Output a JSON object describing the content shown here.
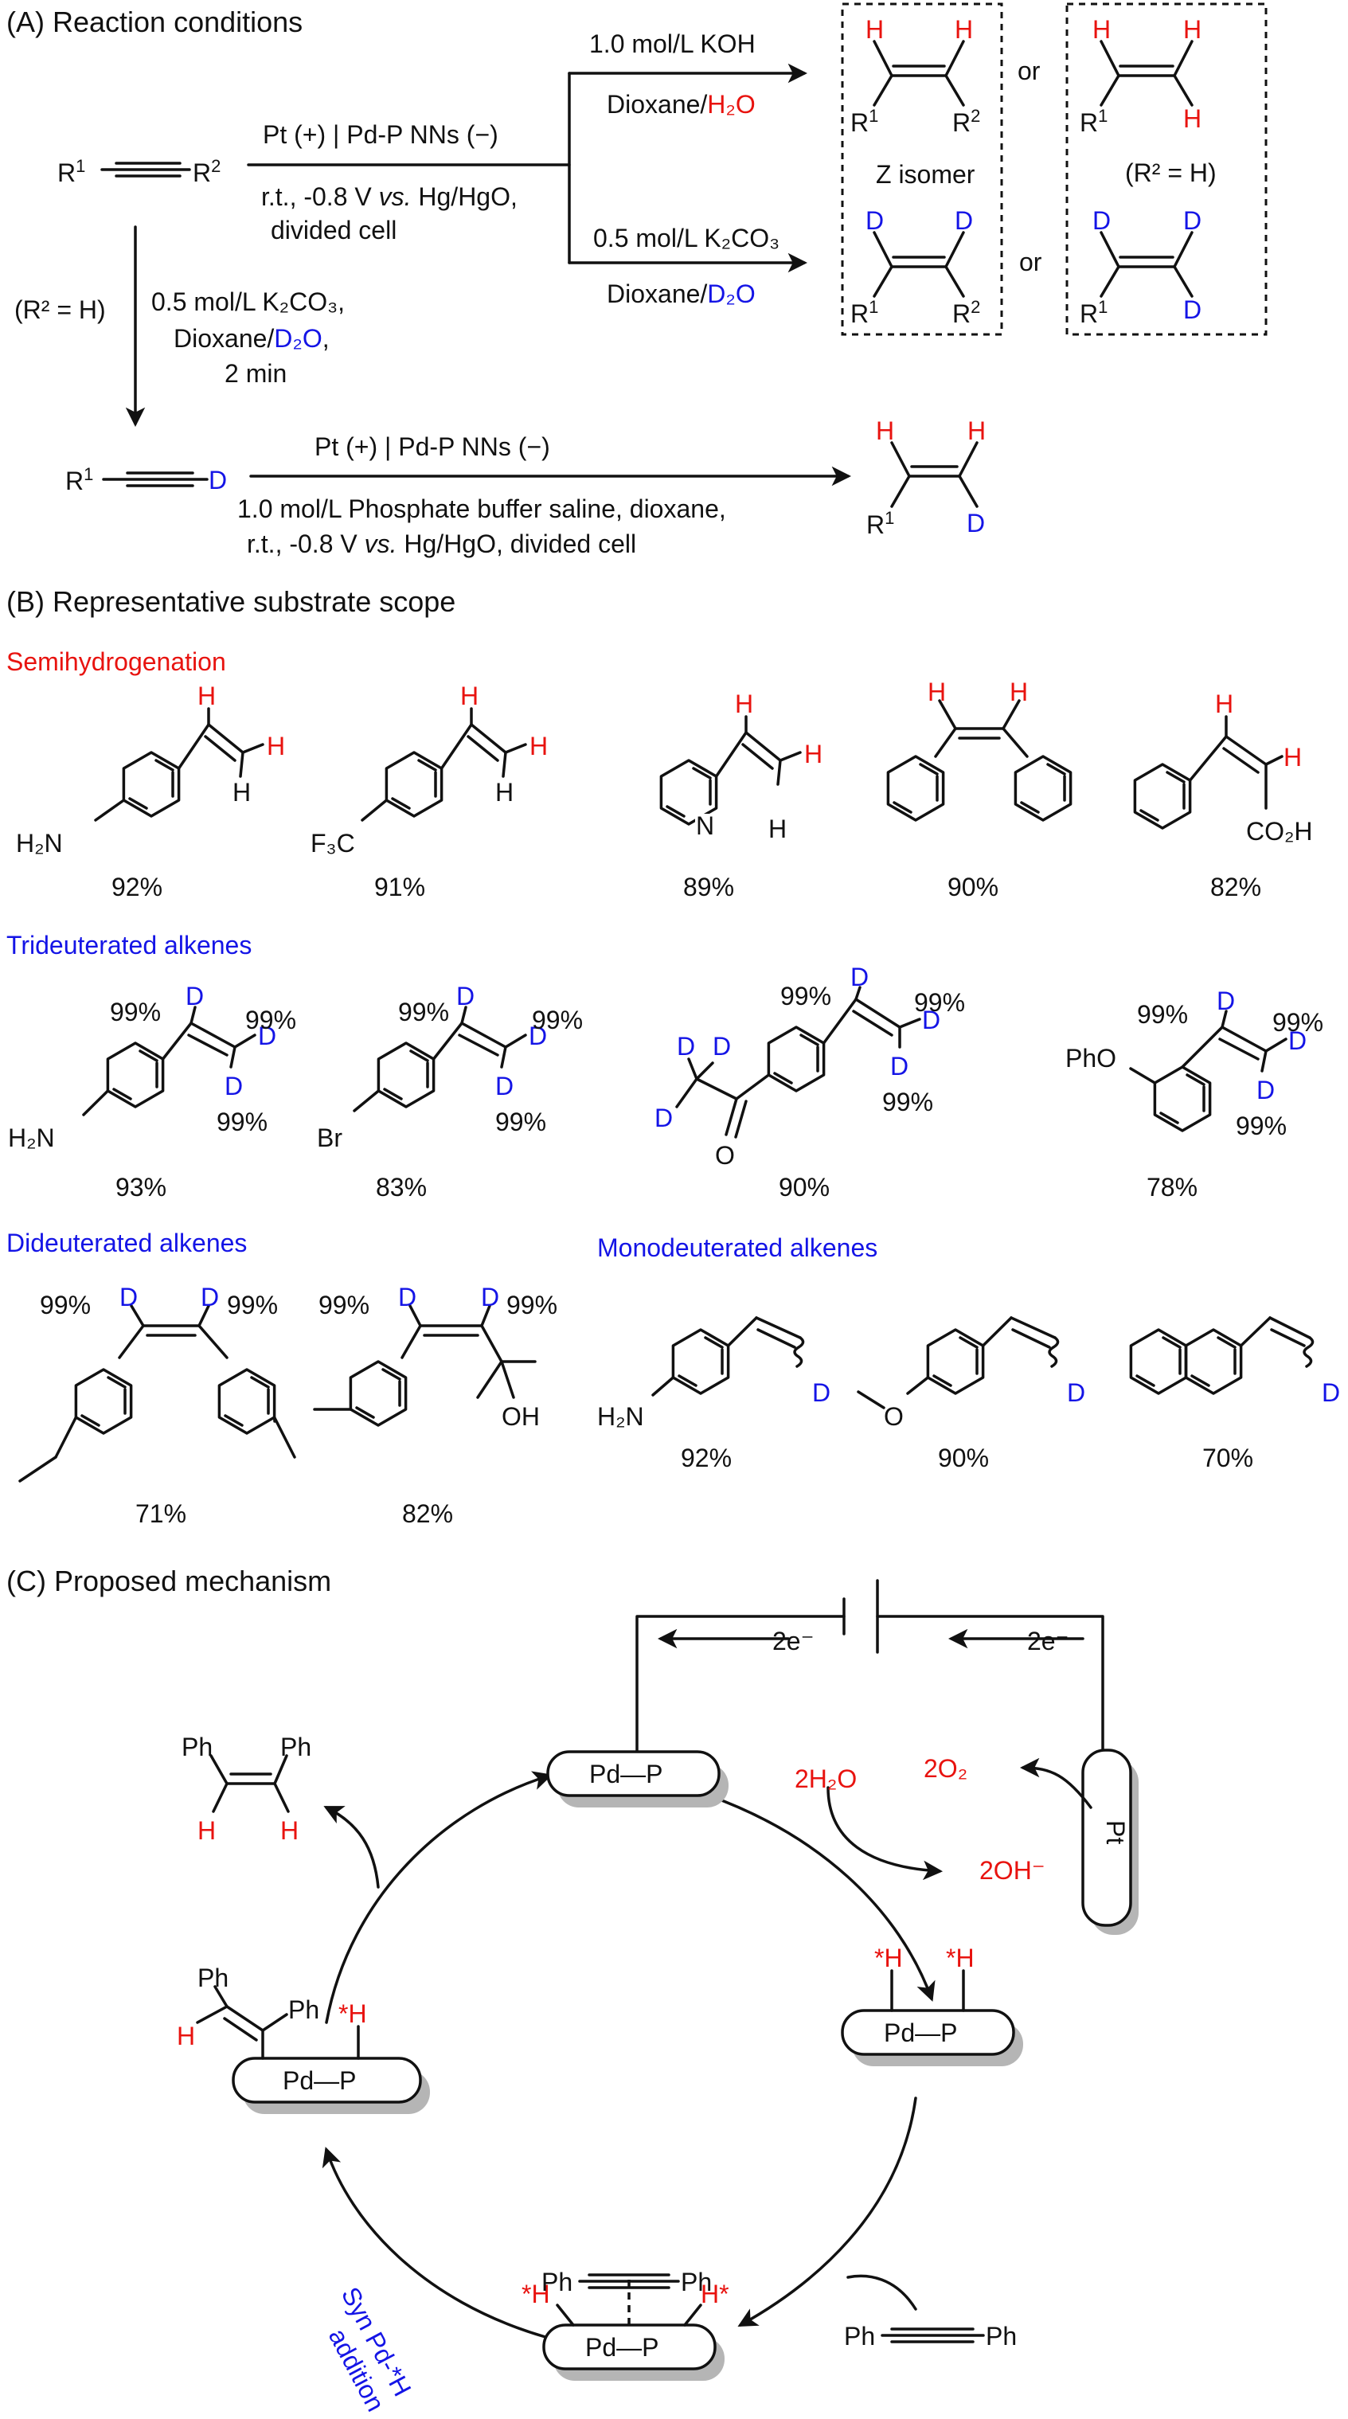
{
  "sectionA": {
    "title": "(A) Reaction conditions",
    "reactant_r1": "R",
    "sup1": "1",
    "reactant_r2": "R",
    "sup2": "2",
    "cond_top": "Pt (+) | Pd-P NNs (−)",
    "cond_mid1": "r.t., -0.8 V ",
    "cond_mid_vs": "vs.",
    "cond_mid2": " Hg/HgO,",
    "cond_mid3": "divided cell",
    "upper_reagent": "1.0 mol/L KOH",
    "upper_solvent_a": "Dioxane/",
    "upper_solvent_b": "H₂O",
    "lower_reagent": "0.5 mol/L K₂CO₃",
    "lower_solvent_a": "Dioxane/",
    "lower_solvent_b": "D₂O",
    "or": "or",
    "z_isomer": "Z isomer",
    "r2h": "(R² = H)",
    "left_r2h": "(R² = H)",
    "left_cond1": "0.5 mol/L K₂CO₃,",
    "left_cond2a": "Dioxane/",
    "left_cond2b": "D₂O",
    "left_cond2c": ",",
    "left_cond3": "2 min",
    "bottom_top": "Pt (+) | Pd-P NNs (−)",
    "bottom_mid1": "1.0 mol/L Phosphate buffer saline, dioxane,",
    "bottom_mid2a": "r.t., -0.8 V ",
    "bottom_mid2b": "vs.",
    "bottom_mid2c": " Hg/HgO, divided cell",
    "H": "H",
    "D": "D"
  },
  "sectionB": {
    "title": "(B) Representative substrate scope",
    "semi_title": "Semihydrogenation",
    "tri_title": "Trideuterated alkenes",
    "di_title": "Dideuterated alkenes",
    "mono_title": "Monodeuterated alkenes",
    "semi_yields": [
      "92%",
      "91%",
      "89%",
      "90%",
      "82%"
    ],
    "tri_yields": [
      "93%",
      "83%",
      "90%",
      "78%"
    ],
    "di_yields": [
      "71%",
      "82%"
    ],
    "mono_yields": [
      "92%",
      "90%",
      "70%"
    ],
    "d_incorp": "99%",
    "labels": {
      "h2n": "H₂N",
      "f3c": "F₃C",
      "n": "N",
      "co2h": "CO₂H",
      "br": "Br",
      "o": "O",
      "pho": "PhO",
      "oh": "OH"
    }
  },
  "sectionC": {
    "title": "(C) Proposed mechanism",
    "pdp": "Pd—P",
    "pt": "Pt",
    "e_left": "2e⁻",
    "e_right": "2e⁻",
    "water": "2H₂O",
    "o2": "2O₂",
    "oh": "2OH⁻",
    "ph": "Ph",
    "H": "H",
    "starH": "*H",
    "Hstar": "H*",
    "syn1": "Syn Pd-*H",
    "syn2": "addition"
  },
  "colors": {
    "red": "#e8130f",
    "blue": "#1414e6",
    "shadow": "#b5b5b5"
  }
}
